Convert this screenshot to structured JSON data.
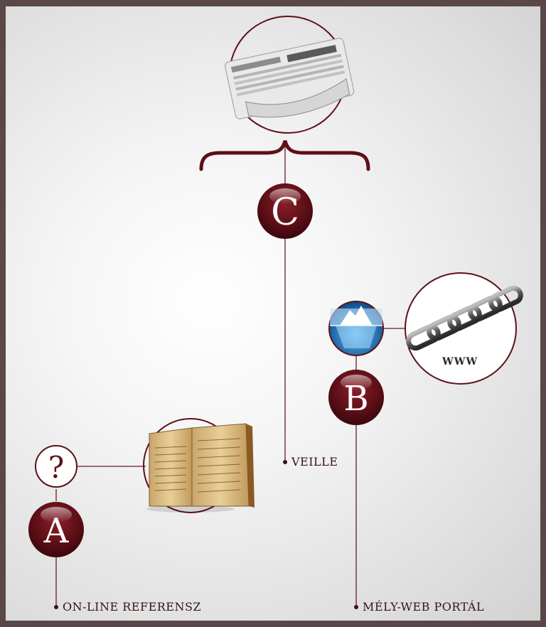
{
  "nodes": {
    "a": {
      "letter": "A",
      "label": "ON-LINE REFERENSZ",
      "question_mark": "?"
    },
    "b": {
      "letter": "B",
      "label": "MÉLY-WEB PORTÁL",
      "www_text": "WWW"
    },
    "c": {
      "letter": "C",
      "label": "VEILLE"
    }
  },
  "colors": {
    "badge_fill": "#5e0f17",
    "line": "#6b1a22",
    "background": "#f2f2f2",
    "frame": "#5a4848"
  },
  "icons": {
    "newspaper": "newspaper-icon",
    "book": "old-book-icon",
    "iceberg": "iceberg-icon",
    "chain": "chain-link-icon",
    "question": "question-mark-icon"
  }
}
